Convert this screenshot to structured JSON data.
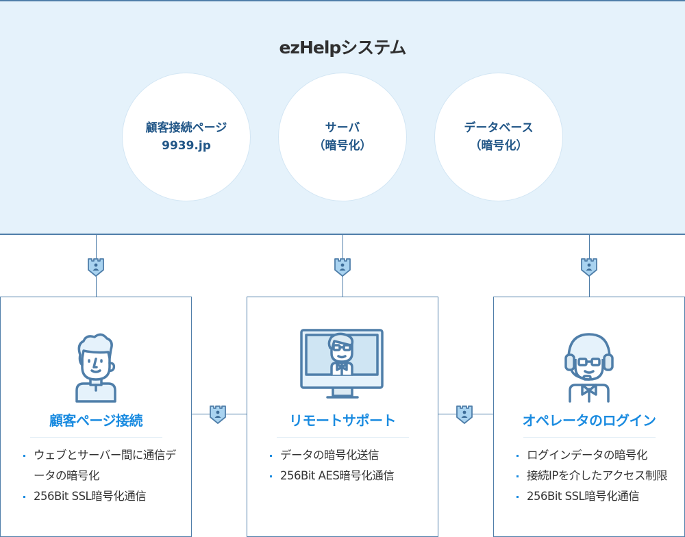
{
  "system": {
    "title": "ezHelpシステム",
    "components": [
      {
        "line1": "顧客接続ページ",
        "line2": "9939.jp"
      },
      {
        "line1": "サーバ",
        "line2": "（暗号化）"
      },
      {
        "line1": "データベース",
        "line2": "（暗号化）"
      }
    ]
  },
  "icons": {
    "shield": "shield-lock-icon",
    "customer": "customer-person-icon",
    "remote": "monitor-person-icon",
    "operator": "headset-operator-icon"
  },
  "colors": {
    "line": "#4f7ea9",
    "panel_bg": "#e5f2fb",
    "accent": "#1a8be0",
    "circle_text": "#215687",
    "shield_fill": "#a9d3f0"
  },
  "features": [
    {
      "heading": "顧客ページ接続",
      "items": [
        "ウェブとサーバー間に通信データの暗号化",
        "256Bit SSL暗号化通信"
      ]
    },
    {
      "heading": "リモートサポート",
      "items": [
        "データの暗号化送信",
        "256Bit AES暗号化通信"
      ]
    },
    {
      "heading": "オペレータのログイン",
      "items": [
        "ログインデータの暗号化",
        "接続IPを介したアクセス制限",
        "256Bit SSL暗号化通信"
      ]
    }
  ]
}
